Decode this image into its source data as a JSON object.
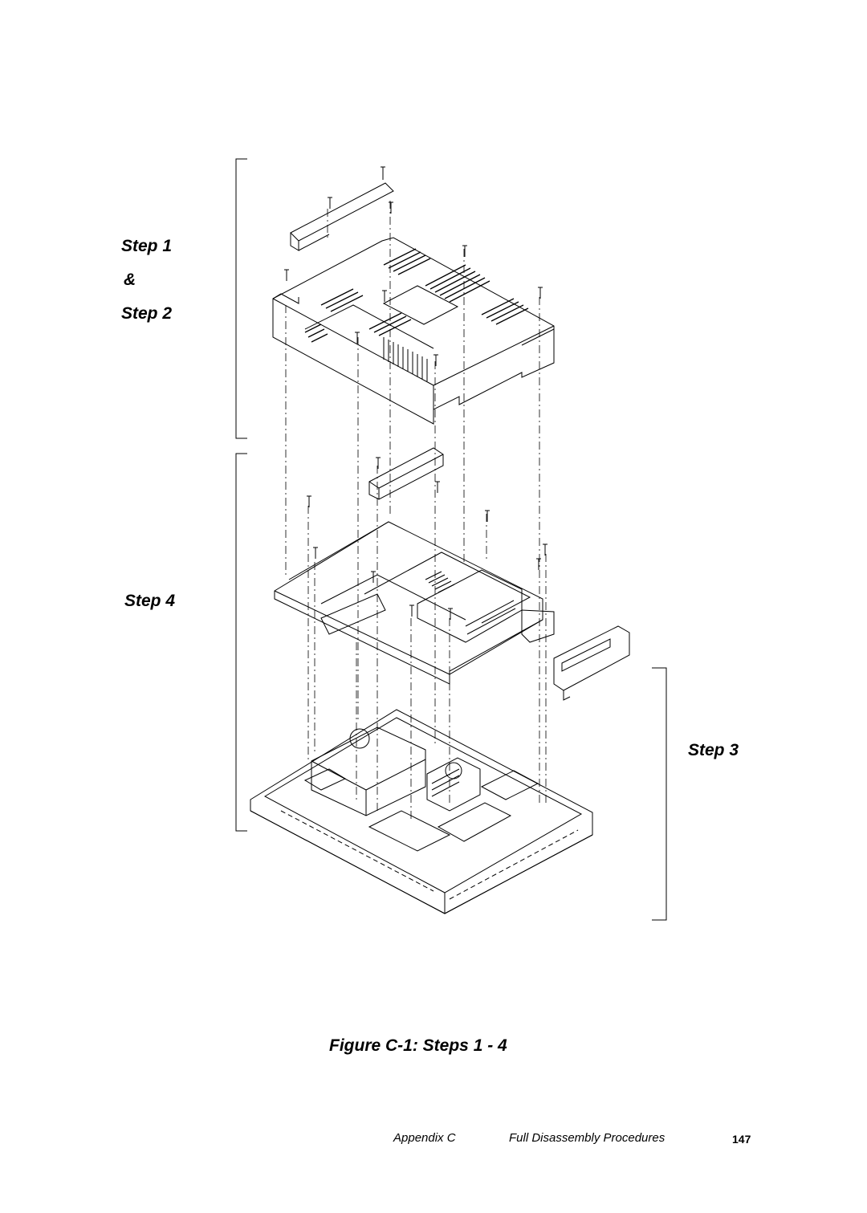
{
  "figure": {
    "step_labels": {
      "step1": "Step 1",
      "amp": "&",
      "step2": "Step 2",
      "step4": "Step 4",
      "step3": "Step 3"
    },
    "caption": "Figure C-1: Steps 1 - 4"
  },
  "footer": {
    "section": "Appendix C",
    "title": "Full Disassembly Procedures",
    "page_number": "147"
  }
}
